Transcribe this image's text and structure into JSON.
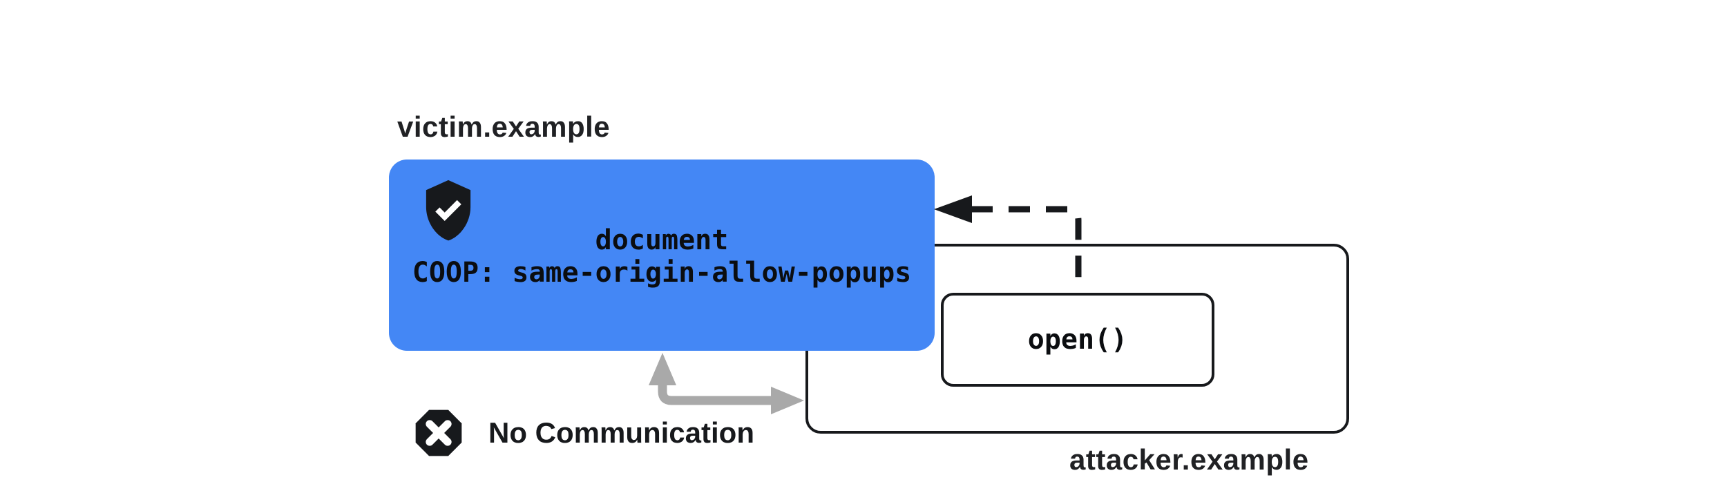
{
  "diagram": {
    "title_context": "COOP same-origin-allow-popups isolation diagram",
    "victim": {
      "domain_label": "victim.example",
      "card_line1": "document",
      "card_line2": "COOP: same-origin-allow-popups",
      "shield_icon": "shield-check-icon"
    },
    "attacker": {
      "domain_label": "attacker.example",
      "open_call_label": "open()"
    },
    "no_communication": {
      "label": "No Communication",
      "icon": "x-octagon-icon"
    },
    "arrows": {
      "popup_open_arrow": "dashed black arrow from open() to victim document",
      "no_communication_arrow": "gray L-shaped arrow between victim document and attacker window"
    },
    "colors": {
      "victim_card_blue": "#4487F5",
      "line_black": "#17191c",
      "arrow_gray": "#A9A9A9",
      "label_text": "#202124",
      "background": "#FFFFFF"
    }
  }
}
